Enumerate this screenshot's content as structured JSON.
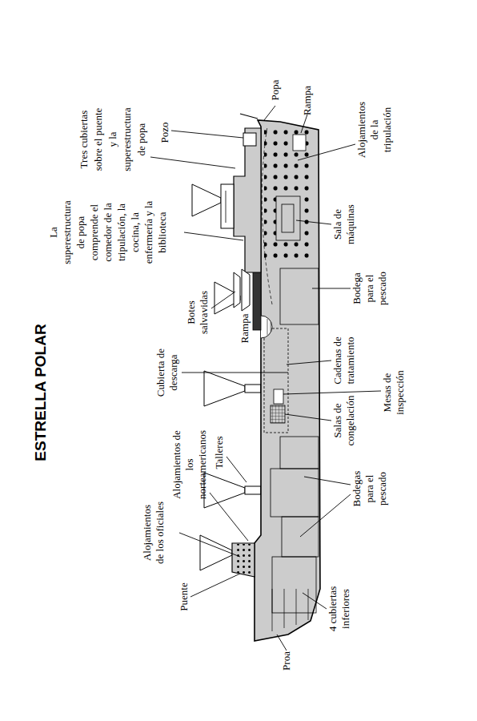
{
  "diagram": {
    "title": "ESTRELLA POLAR",
    "labels": [
      "Puente",
      "Alojamientos de los oficiales",
      "Alojamientos de los norteamericanos",
      "Talleres",
      "Cubierta de descarga",
      "Botes salvavidas",
      "Rampa",
      "La superestructura de popa comprende el comedor de la tripulación, la cocina, la enfermería y la biblioteca",
      "Tres cubiertas sobre el puente y la superestructura de popa",
      "Pozo",
      "Popa",
      "Rampa",
      "Alojamientos de la tripulación",
      "Sala de máquinas",
      "Bodega para el pescado",
      "Cadenas de tratamiento",
      "Mesas de inspección",
      "Salas de congelación",
      "Bodegas para el pescado",
      "4 cubiertas inferiores",
      "Proa"
    ]
  }
}
